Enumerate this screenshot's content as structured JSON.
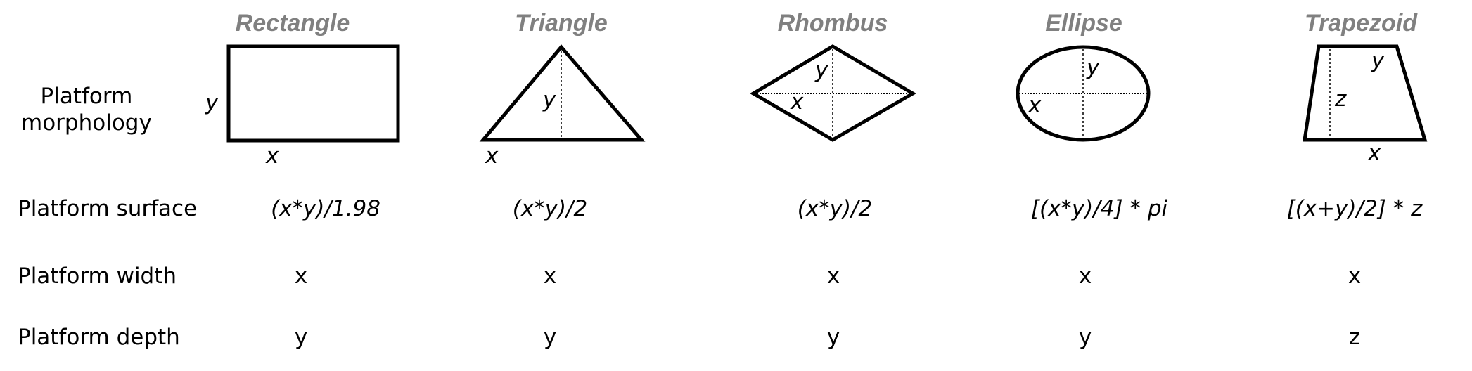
{
  "shapes": [
    {
      "name": "Rectangle",
      "surface": "(x*y)/1.98",
      "width": "x",
      "depth": "y",
      "labels": [
        "x",
        "y"
      ]
    },
    {
      "name": "Triangle",
      "surface": "(x*y)/2",
      "width": "x",
      "depth": "y",
      "labels": [
        "x",
        "y"
      ]
    },
    {
      "name": "Rhombus",
      "surface": "(x*y)/2",
      "width": "x",
      "depth": "y",
      "labels": [
        "x",
        "y"
      ]
    },
    {
      "name": "Ellipse",
      "surface": "[(x*y)/4] * pi",
      "width": "x",
      "depth": "y",
      "labels": [
        "x",
        "y"
      ]
    },
    {
      "name": "Trapezoid",
      "surface": "[(x+y)/2] * z",
      "width": "x",
      "depth": "z",
      "labels": [
        "x",
        "y",
        "z"
      ]
    }
  ],
  "rows": {
    "morphology_line1": "Platform",
    "morphology_line2": "morphology",
    "surface": "Platform surface",
    "width": "Platform width",
    "depth": "Platform depth"
  },
  "colors": {
    "title": "#808080",
    "stroke": "#000000"
  }
}
